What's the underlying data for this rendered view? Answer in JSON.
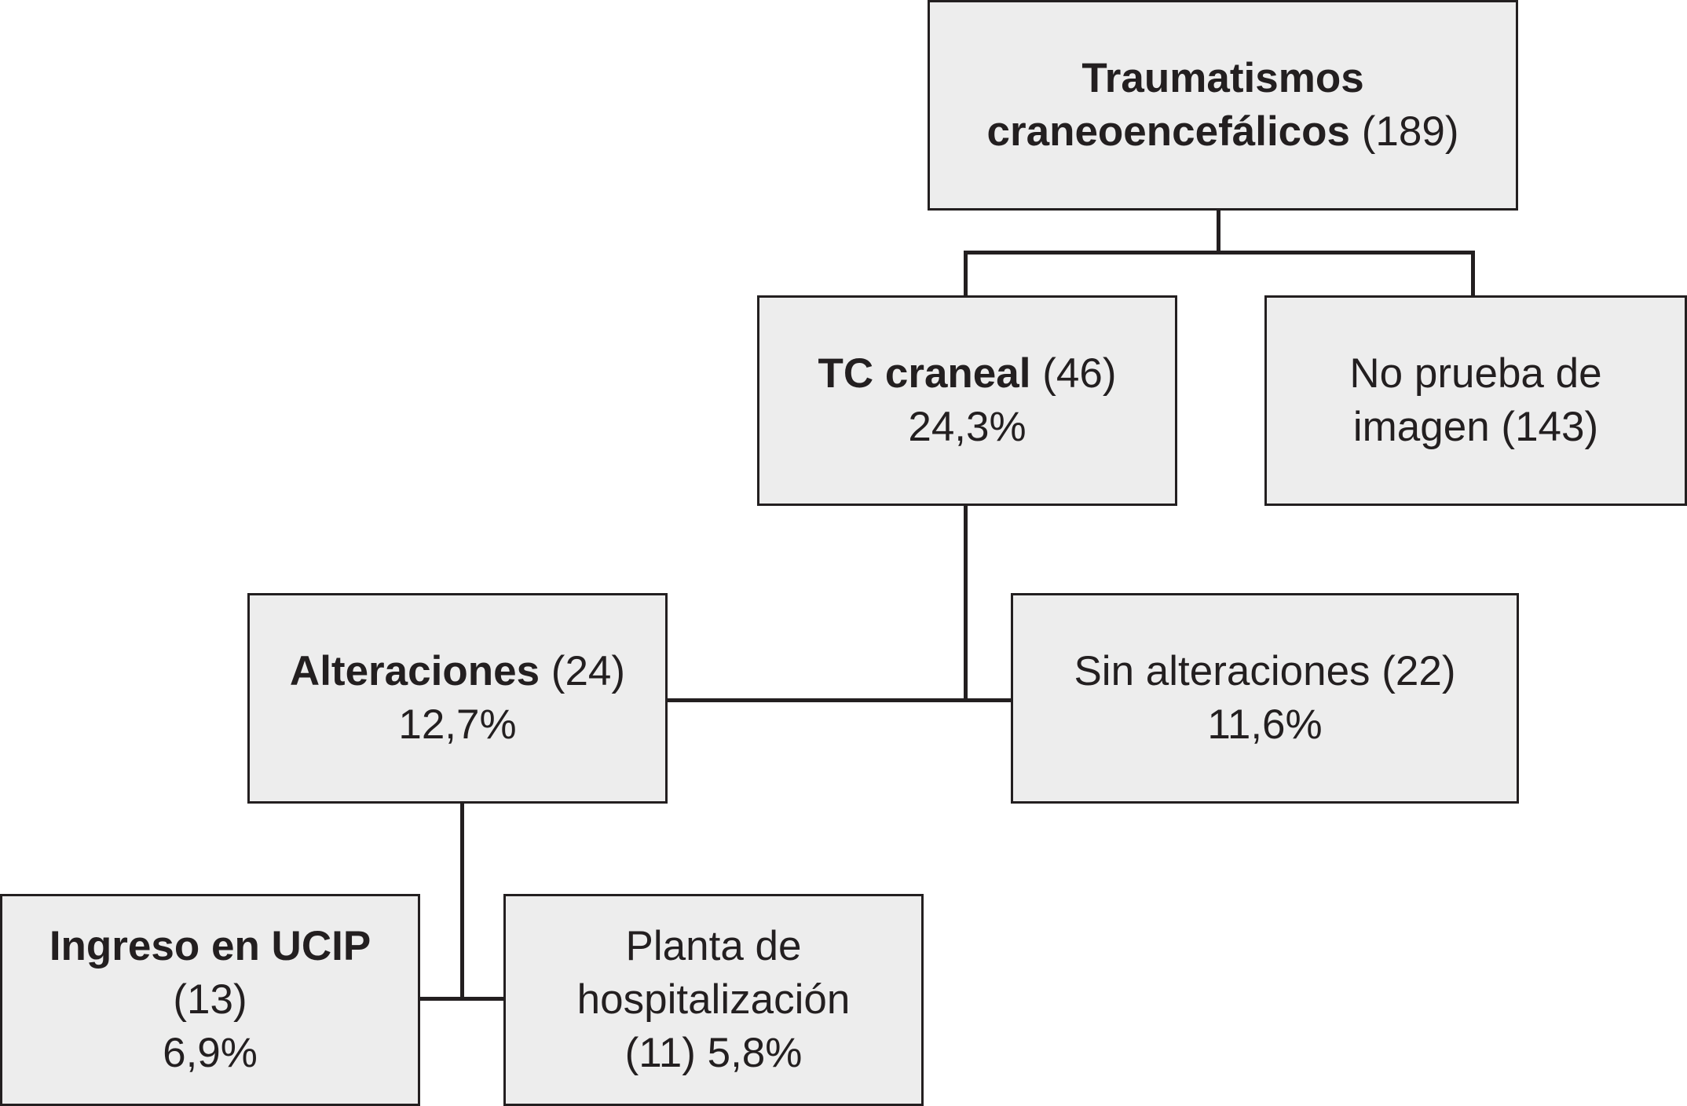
{
  "colors": {
    "box_fill": "#ededed",
    "stroke": "#231f20"
  },
  "nodes": {
    "root": {
      "title": "Traumatismos",
      "title2": "craneoencefálicos",
      "count": "(189)"
    },
    "tc": {
      "title": "TC craneal",
      "count": "(46)",
      "pct": "24,3%"
    },
    "no_imagen": {
      "line1": "No prueba de",
      "line2": "imagen (143)"
    },
    "alteraciones": {
      "title": "Alteraciones",
      "count": "(24)",
      "pct": "12,7%"
    },
    "sin_alteraciones": {
      "line1": "Sin alteraciones (22)",
      "pct": "11,6%"
    },
    "ucip": {
      "title": "Ingreso en UCIP",
      "count": "(13)",
      "pct": "6,9%"
    },
    "planta": {
      "line1": "Planta de",
      "line2": "hospitalización",
      "line3": "(11) 5,8%"
    }
  }
}
